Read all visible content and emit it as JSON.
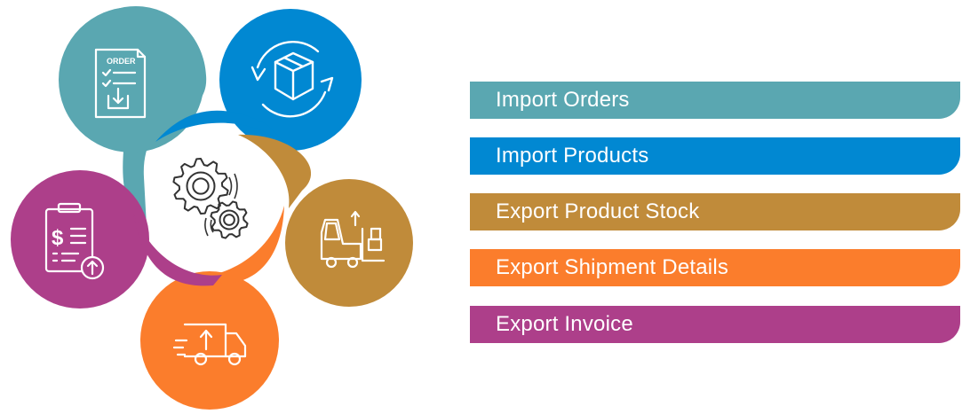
{
  "diagram": {
    "petals": [
      {
        "name": "order-document",
        "color": "#5aa7b1",
        "icon": "order-document-icon",
        "icon_text": "ORDER"
      },
      {
        "name": "product-box",
        "color": "#0188d2",
        "icon": "box-sync-icon"
      },
      {
        "name": "forklift",
        "color": "#c08b3a",
        "icon": "forklift-icon"
      },
      {
        "name": "truck",
        "color": "#fb7d2c",
        "icon": "delivery-truck-icon"
      },
      {
        "name": "invoice",
        "color": "#ad3f8a",
        "icon": "invoice-upload-icon",
        "icon_text": "$"
      }
    ],
    "center_icon": "gears-icon"
  },
  "legend": {
    "items": [
      {
        "label": "Import Orders",
        "color": "#5aa7b1"
      },
      {
        "label": "Import Products",
        "color": "#0188d2"
      },
      {
        "label": "Export Product Stock",
        "color": "#c08b3a"
      },
      {
        "label": "Export Shipment Details",
        "color": "#fb7d2c"
      },
      {
        "label": "Export Invoice",
        "color": "#ad3f8a"
      }
    ]
  }
}
